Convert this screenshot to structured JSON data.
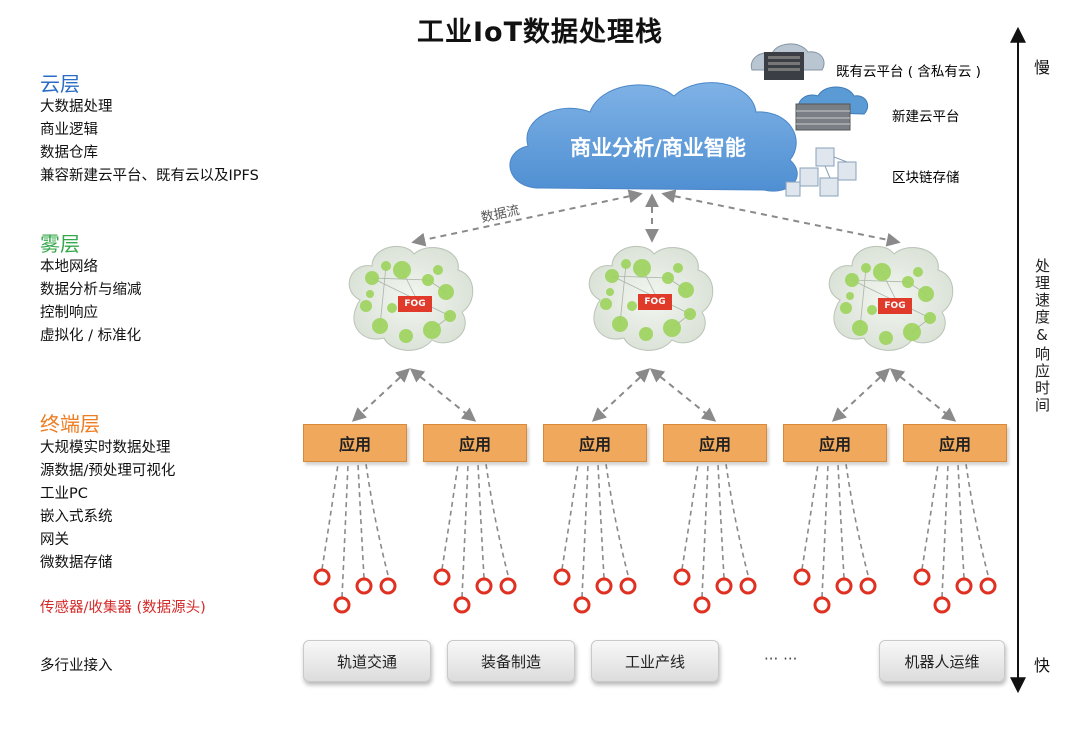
{
  "title": "工业IoT数据处理栈",
  "layers": {
    "cloud": {
      "label": "云层",
      "items": [
        "大数据处理",
        "商业逻辑",
        "数据仓库",
        "兼容新建云平台、既有云以及IPFS"
      ]
    },
    "fog": {
      "label": "雾层",
      "items": [
        "本地网络",
        "数据分析与缩减",
        "控制响应",
        "虚拟化 / 标准化"
      ]
    },
    "edge": {
      "label": "终端层",
      "items": [
        "大规模实时数据处理",
        "源数据/预处理可视化",
        "工业PC",
        "嵌入式系统",
        "网关",
        "微数据存储"
      ]
    }
  },
  "sensor_label": "传感器/收集器 (数据源头)",
  "industry_label": "多行业接入",
  "cloud_center": "商业分析/商业智能",
  "data_flow_label": "数据流",
  "platforms": [
    "既有云平台 ( 含私有云 )",
    "新建云平台",
    "区块链存储"
  ],
  "fog_node_label": "FOG",
  "app_label": "应用",
  "industries": [
    "轨道交通",
    "装备制造",
    "工业产线",
    "机器人运维"
  ],
  "industry_ellipsis": "··· ···",
  "side_axis": {
    "top": "慢",
    "middle": "处理速度&响应时间",
    "bottom": "快"
  },
  "colors": {
    "cloud": "#5b9bd5",
    "app": "#f0a95c",
    "sensor": "#e03020",
    "fog_green": "#9cd35c"
  }
}
